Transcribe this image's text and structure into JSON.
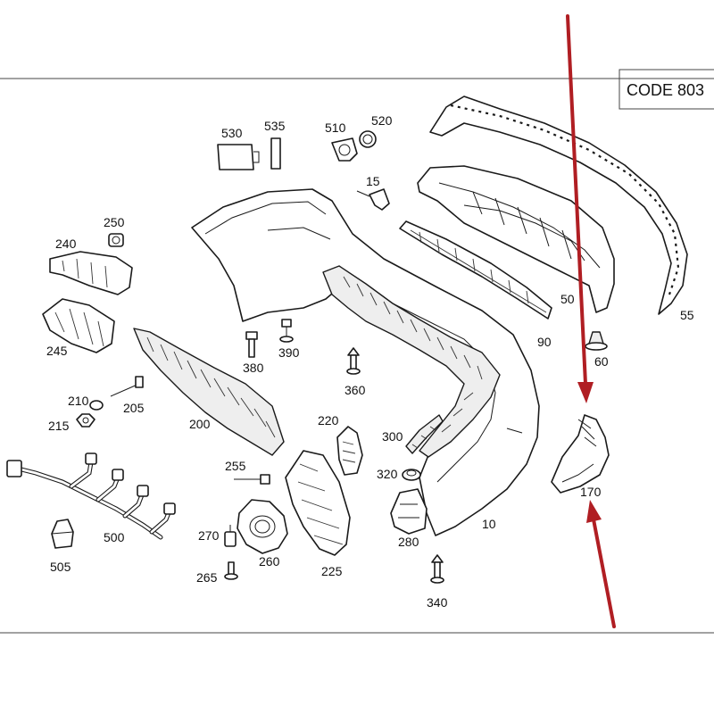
{
  "code_box": {
    "text": "CODE 803"
  },
  "labels": {
    "p10": "10",
    "p15": "15",
    "p50": "50",
    "p55": "55",
    "p60": "60",
    "p90": "90",
    "p170": "170",
    "p200": "200",
    "p205": "205",
    "p210": "210",
    "p215": "215",
    "p220": "220",
    "p225": "225",
    "p240": "240",
    "p245": "245",
    "p250": "250",
    "p255": "255",
    "p260": "260",
    "p265": "265",
    "p270": "270",
    "p280": "280",
    "p300": "300",
    "p320": "320",
    "p340": "340",
    "p360": "360",
    "p380": "380",
    "p390": "390",
    "p500": "500",
    "p505": "505",
    "p510": "510",
    "p520": "520",
    "p530": "530",
    "p535": "535"
  },
  "highlight": {
    "part": "170",
    "arrow_color": "#b01e23"
  }
}
